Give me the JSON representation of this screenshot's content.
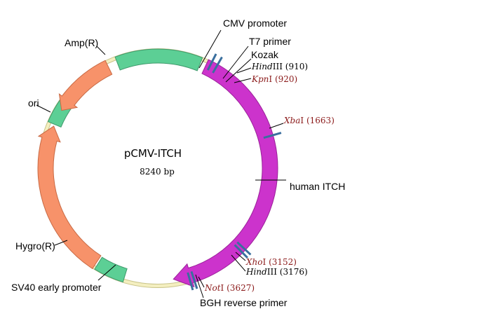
{
  "plasmid": {
    "name": "pCMV-ITCH",
    "size": "8240 bp"
  },
  "features": {
    "cmv_promoter": "CMV promoter",
    "t7_primer": "T7 primer",
    "kozak": "Kozak",
    "human_itch": "human ITCH",
    "bgh_reverse_primer": "BGH reverse primer",
    "sv40_early_promoter": "SV40 early promoter",
    "hygro": "Hygro(R)",
    "ori": "ori",
    "amp": "Amp(R)"
  },
  "sites": {
    "hindiii_910": {
      "italic": "Hind",
      "roman": "III",
      "pos": "(910)"
    },
    "kpni_920": {
      "italic": "Kpn",
      "roman": "I",
      "pos": "(920)"
    },
    "xbai_1663": {
      "italic": "Xba",
      "roman": "I",
      "pos": "(1663)"
    },
    "xhoi_3152": {
      "italic": "Xho",
      "roman": "I",
      "pos": "(3152)"
    },
    "hindiii_3176": {
      "italic": "Hind",
      "roman": "III",
      "pos": "(3176)"
    },
    "noti_3627": {
      "italic": "Not",
      "roman": "I",
      "pos": "(3627)"
    }
  },
  "colors": {
    "backbone": "#f0eaa8",
    "promoter": "#5ccf95",
    "resistance": "#f7926a",
    "insert": "#cc33cc",
    "site_marker": "#3a6f9e",
    "site_label": "#8b1a1a"
  }
}
